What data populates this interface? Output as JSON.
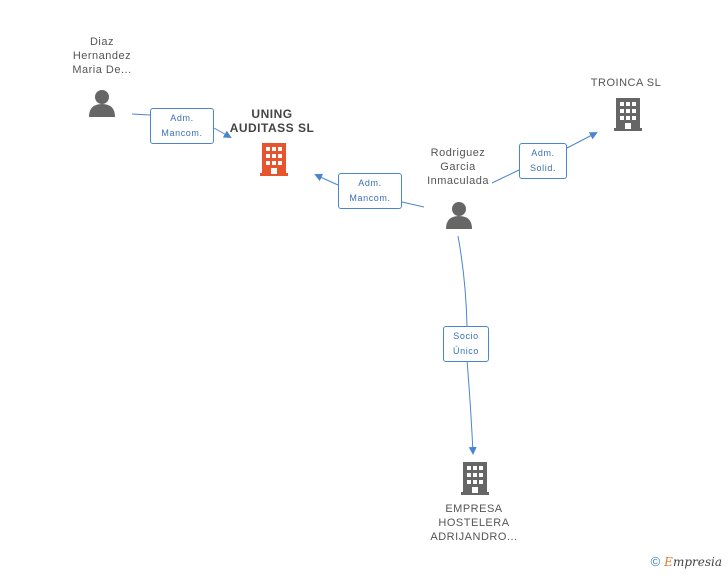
{
  "nodes": {
    "diaz": {
      "label": [
        "Diaz",
        "Hernandez",
        "Maria De..."
      ]
    },
    "uning": {
      "label": [
        "UNING",
        "AUDITASS SL"
      ]
    },
    "rodriguez": {
      "label": [
        "Rodriguez",
        "Garcia",
        "Inmaculada"
      ]
    },
    "troinca": {
      "label": [
        "TROINCA SL"
      ]
    },
    "empresa": {
      "label": [
        "EMPRESA",
        "HOSTELERA",
        "ADRIJANDRO..."
      ]
    }
  },
  "relations": {
    "diaz_uning": [
      "Adm.",
      "Mancom."
    ],
    "rodriguez_uning": [
      "Adm.",
      "Mancom."
    ],
    "rodriguez_troinca": [
      "Adm.",
      "Solid."
    ],
    "rodriguez_empresa": [
      "Socio",
      "Único"
    ]
  },
  "footer": {
    "copyright": "©",
    "brand_first": "E",
    "brand_rest": "mpresia"
  },
  "colors": {
    "edge": "#4a86d0",
    "main_building": "#e8542b",
    "building": "#666666",
    "person": "#666666"
  }
}
